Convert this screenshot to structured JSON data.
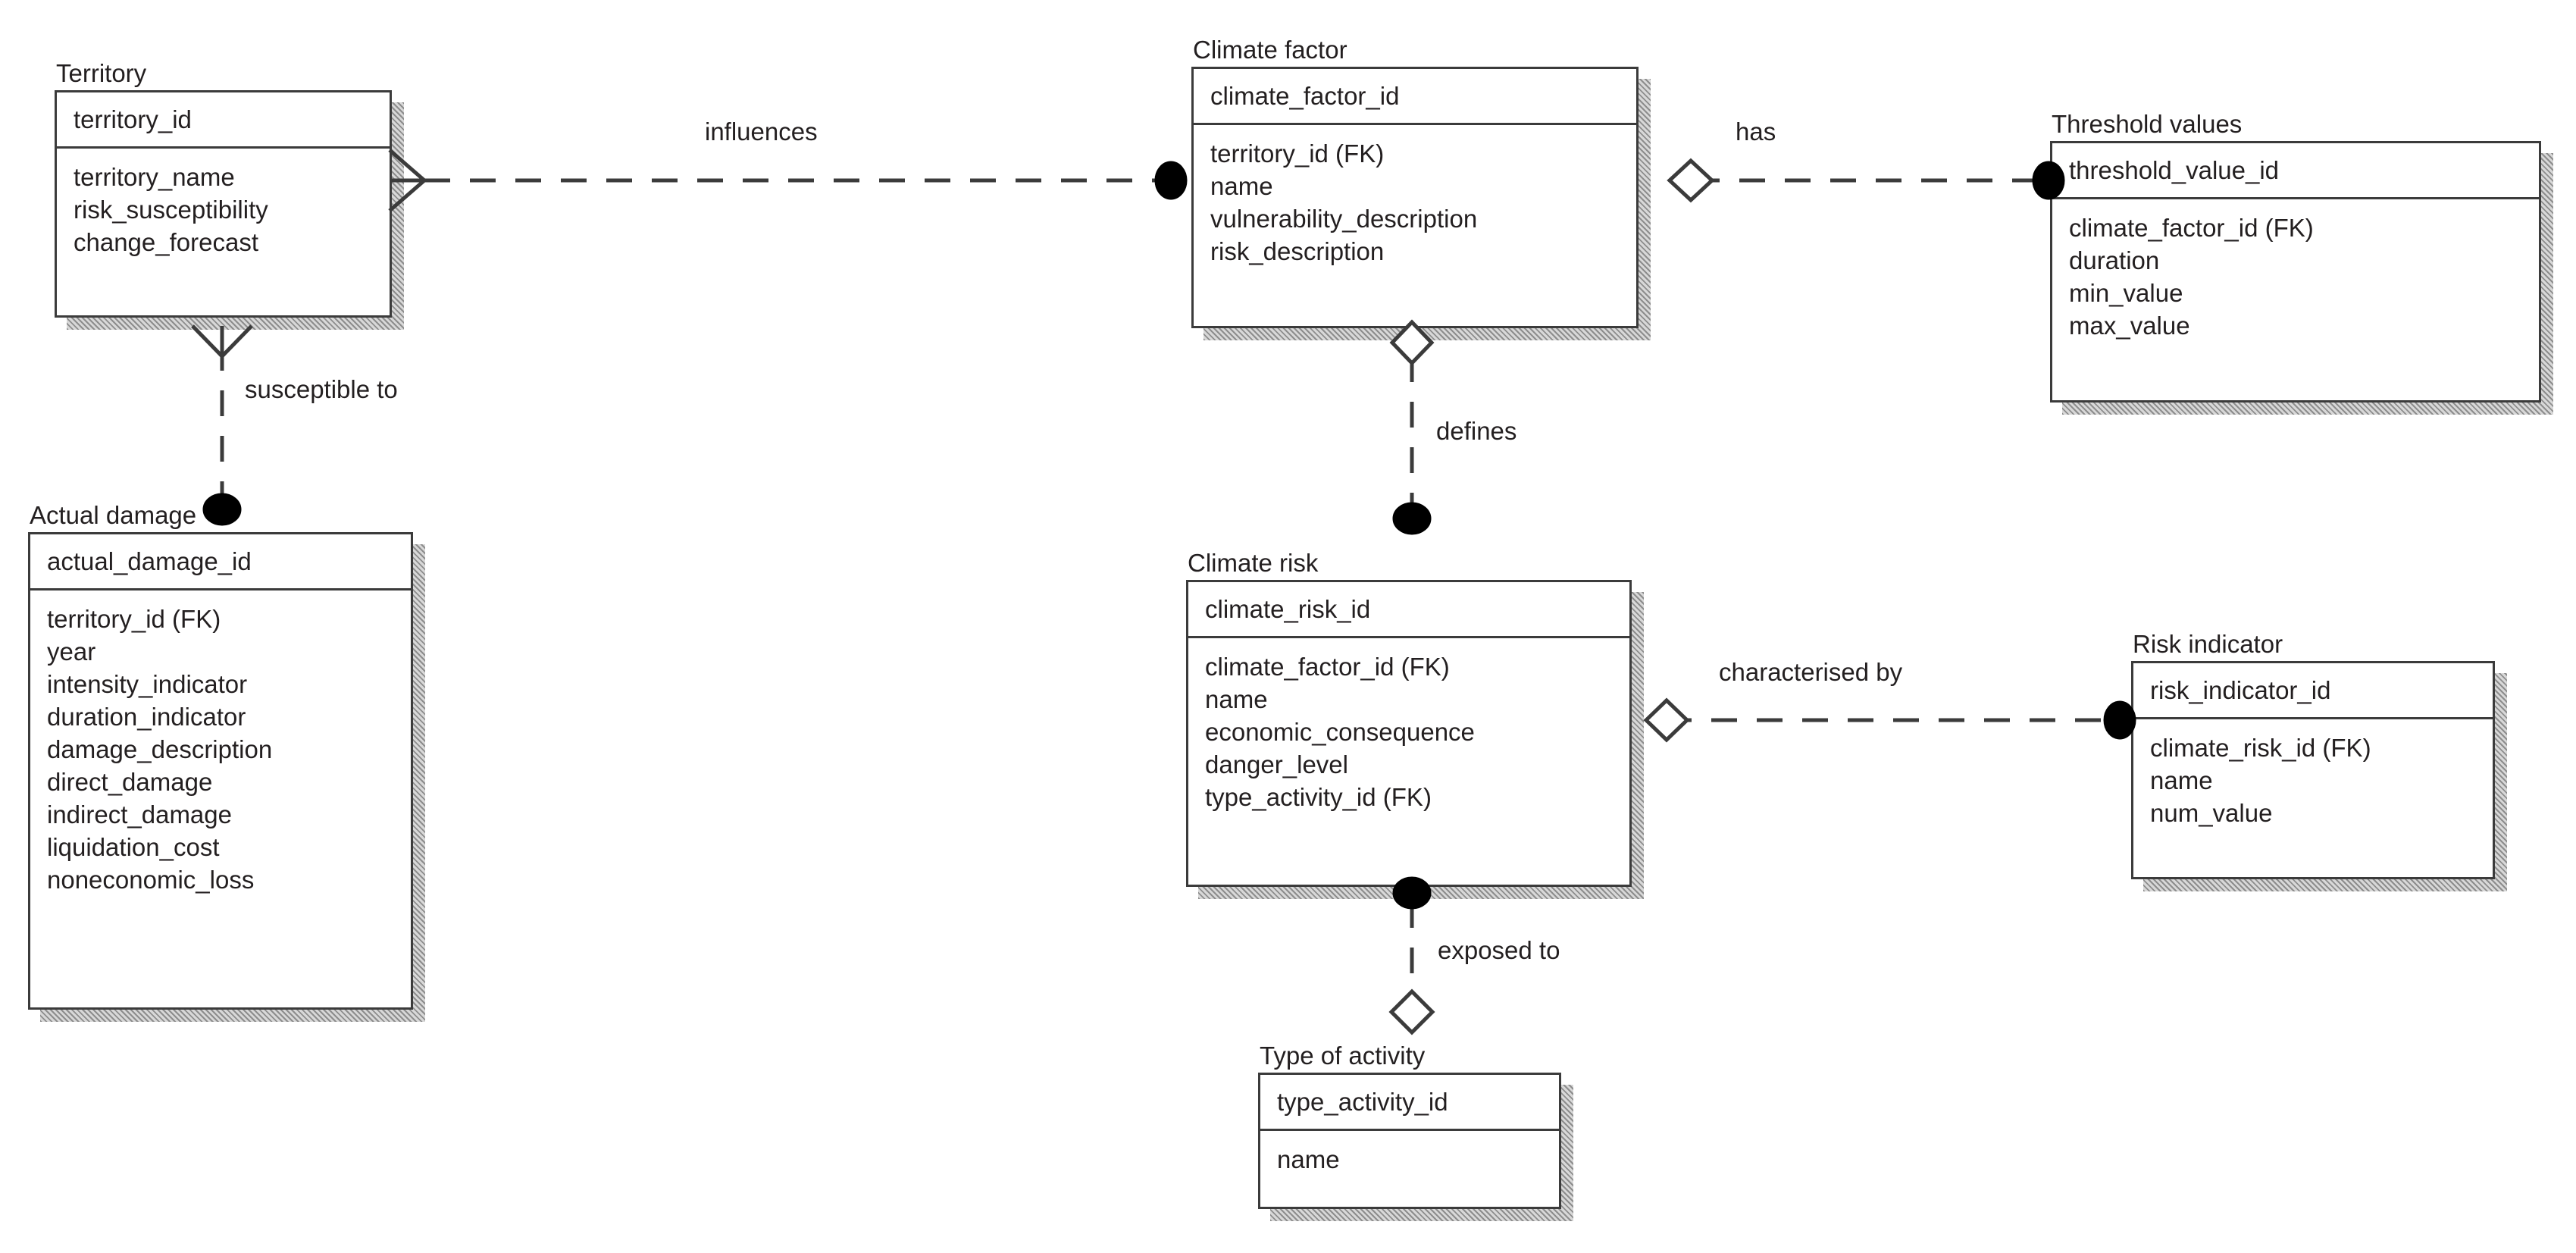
{
  "diagram": {
    "type": "entity-relationship-diagram",
    "notation": "chen-crowsfoot-hybrid",
    "background_color": "#ffffff",
    "line_color": "#3b3b3b",
    "text_color": "#231f20"
  },
  "entities": [
    {
      "id": "territory",
      "title": "Territory",
      "primary_key": "territory_id",
      "attributes": [
        "territory_name",
        "risk_susceptibility",
        "change_forecast"
      ]
    },
    {
      "id": "climate_factor",
      "title": "Climate factor",
      "primary_key": "climate_factor_id",
      "attributes": [
        "territory_id (FK)",
        "name",
        "vulnerability_description",
        "risk_description"
      ]
    },
    {
      "id": "threshold_values",
      "title": "Threshold values",
      "primary_key": "threshold_value_id",
      "attributes": [
        "climate_factor_id (FK)",
        "duration",
        "min_value",
        "max_value"
      ]
    },
    {
      "id": "actual_damage",
      "title": "Actual damage",
      "primary_key": "actual_damage_id",
      "attributes": [
        "territory_id (FK)",
        "year",
        "intensity_indicator",
        "duration_indicator",
        "damage_description",
        "direct_damage",
        "indirect_damage",
        "liquidation_cost",
        "noneconomic_loss"
      ]
    },
    {
      "id": "climate_risk",
      "title": "Climate risk",
      "primary_key": "climate_risk_id",
      "attributes": [
        "climate_factor_id (FK)",
        "name",
        "economic_consequence",
        "danger_level",
        "type_activity_id (FK)"
      ]
    },
    {
      "id": "risk_indicator",
      "title": "Risk indicator",
      "primary_key": "risk_indicator_id",
      "attributes": [
        "climate_risk_id (FK)",
        "name",
        "num_value"
      ]
    },
    {
      "id": "type_of_activity",
      "title": "Type of activity",
      "primary_key": "type_activity_id",
      "attributes": [
        "name"
      ]
    }
  ],
  "relationships": [
    {
      "id": "influences",
      "label": "influences",
      "from": "territory",
      "to": "climate_factor",
      "from_marker": "crows-foot",
      "to_marker": "filled-dot",
      "line_style": "dashed"
    },
    {
      "id": "has",
      "label": "has",
      "from": "climate_factor",
      "to": "threshold_values",
      "from_marker": "open-diamond",
      "to_marker": "filled-dot",
      "line_style": "dashed"
    },
    {
      "id": "susceptible_to",
      "label": "susceptible to",
      "from": "territory",
      "to": "actual_damage",
      "from_marker": "crows-foot",
      "to_marker": "filled-dot",
      "line_style": "dashed"
    },
    {
      "id": "defines",
      "label": "defines",
      "from": "climate_factor",
      "to": "climate_risk",
      "from_marker": "open-diamond",
      "to_marker": "filled-dot",
      "line_style": "dashed"
    },
    {
      "id": "characterised_by",
      "label": "characterised by",
      "from": "climate_risk",
      "to": "risk_indicator",
      "from_marker": "open-diamond",
      "to_marker": "filled-dot",
      "line_style": "dashed"
    },
    {
      "id": "exposed_to",
      "label": "exposed to",
      "from": "climate_risk",
      "to": "type_of_activity",
      "from_marker": "filled-dot",
      "to_marker": "open-diamond",
      "line_style": "dashed"
    }
  ]
}
